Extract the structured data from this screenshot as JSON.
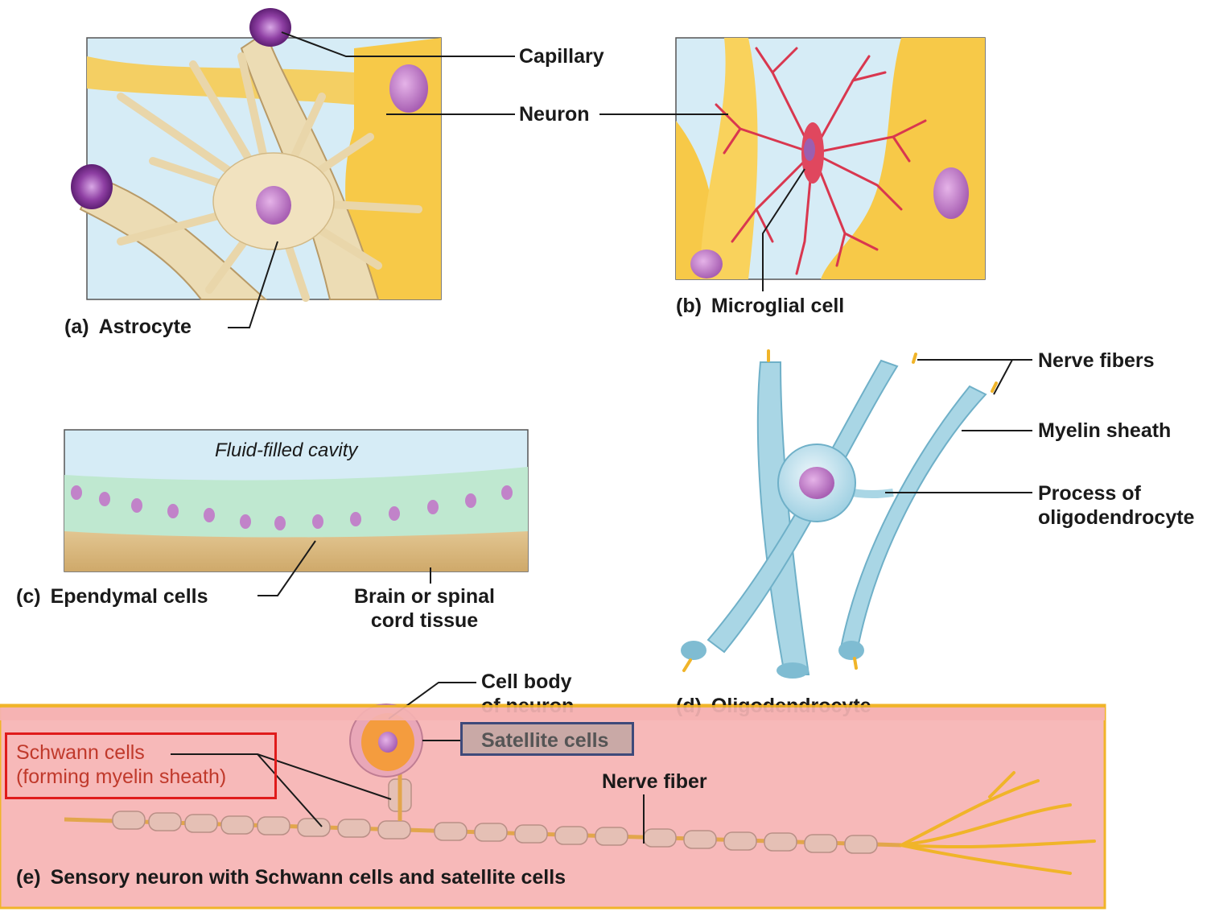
{
  "panels": {
    "a": {
      "tag": "(a)",
      "title": "Astrocyte"
    },
    "b": {
      "tag": "(b)",
      "title": "Microglial cell"
    },
    "c": {
      "tag": "(c)",
      "title": "Ependymal cells"
    },
    "d": {
      "tag": "(d)",
      "title": "Oligodendrocyte"
    },
    "e": {
      "tag": "(e)",
      "title": "Sensory neuron with Schwann cells and satellite cells"
    }
  },
  "labels": {
    "capillary": "Capillary",
    "neuron": "Neuron",
    "fluid_cavity": "Fluid-filled cavity",
    "brain_tissue_1": "Brain or spinal",
    "brain_tissue_2": "cord tissue",
    "nerve_fibers": "Nerve fibers",
    "myelin_sheath": "Myelin sheath",
    "process_1": "Process of",
    "process_2": "oligodendrocyte",
    "cell_body_1": "Cell body",
    "cell_body_2": "of neuron",
    "satellite_cells": "Satellite cells",
    "schwann_1": "Schwann cells",
    "schwann_2": "(forming myelin sheath)",
    "nerve_fiber": "Nerve fiber"
  },
  "colors": {
    "highlight_band": "#f6b3b3",
    "highlight_border": "#f0b429",
    "schwann_box": "#e01b1b",
    "satellite_box_fill": "#c9a9a6",
    "satellite_box_border": "#3e4a7a",
    "neuron_yellow": "#f7c948",
    "glia_cream": "#f1dfb8",
    "microglia_red": "#d9374f",
    "myelin_blue": "#a9d6e5",
    "nucleus_purple": "#c183c9"
  }
}
